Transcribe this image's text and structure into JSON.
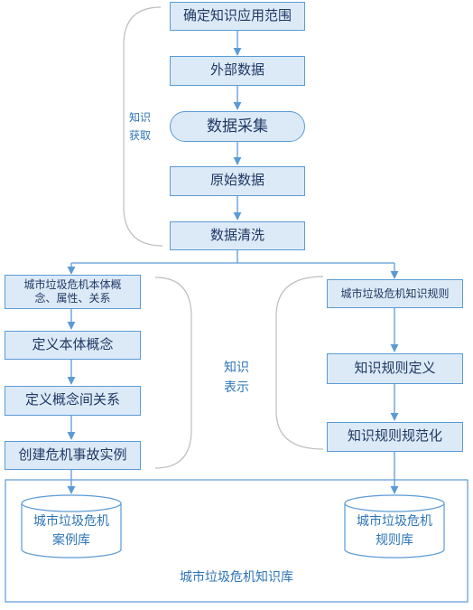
{
  "acquisition": {
    "bracket_label": "知识\n获取",
    "steps": [
      "确定知识应用范围",
      "外部数据",
      "数据采集",
      "原始数据",
      "数据清洗"
    ]
  },
  "representation": {
    "bracket_label": "知识\n表示",
    "left_branch": [
      "城市垃圾危机本体概\n念、属性、关系",
      "定义本体概念",
      "定义概念间关系",
      "创建危机事故实例"
    ],
    "right_branch": [
      "城市垃圾危机知识规则",
      "知识规则定义",
      "知识规则规范化"
    ]
  },
  "knowledge_base": {
    "title": "城市垃圾危机知识库",
    "case_db": "城市垃圾危机\n案例库",
    "rule_db": "城市垃圾危机\n规则库"
  },
  "colors": {
    "stroke": "#5b9bd5",
    "fill": "#dceaf7",
    "text": "#1f3864",
    "bracket": "#b0b0b0",
    "label": "#2e75b6"
  }
}
